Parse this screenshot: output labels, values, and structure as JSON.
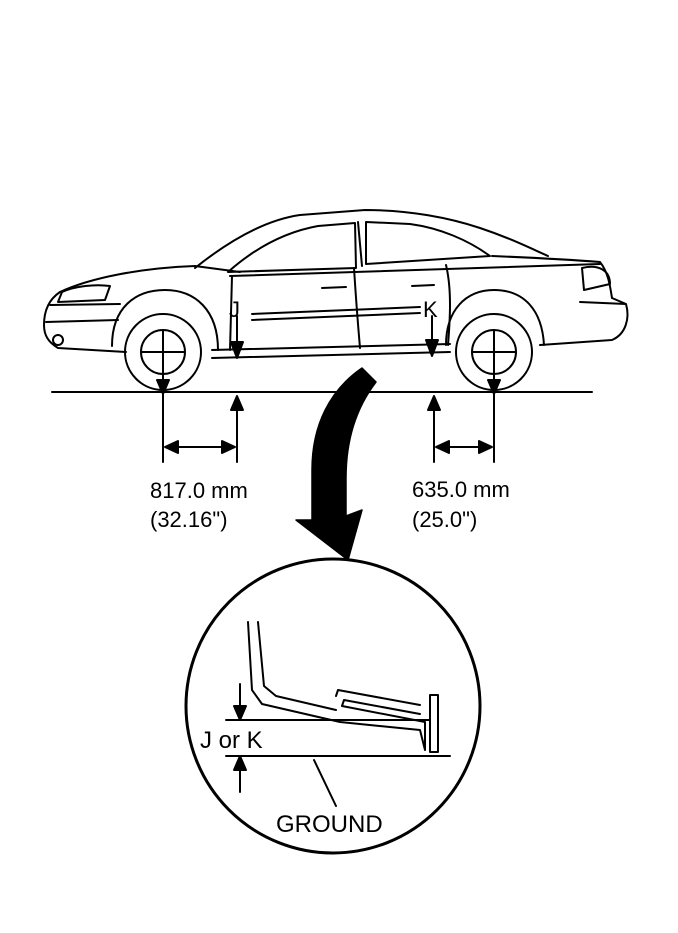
{
  "labels": {
    "point_j": "J",
    "point_k": "K",
    "front_dim_mm": "817.0 mm",
    "front_dim_in": "(32.16\")",
    "rear_dim_mm": "635.0 mm",
    "rear_dim_in": "(25.0\")",
    "detail_jk": "J or K",
    "detail_ground": "GROUND"
  }
}
